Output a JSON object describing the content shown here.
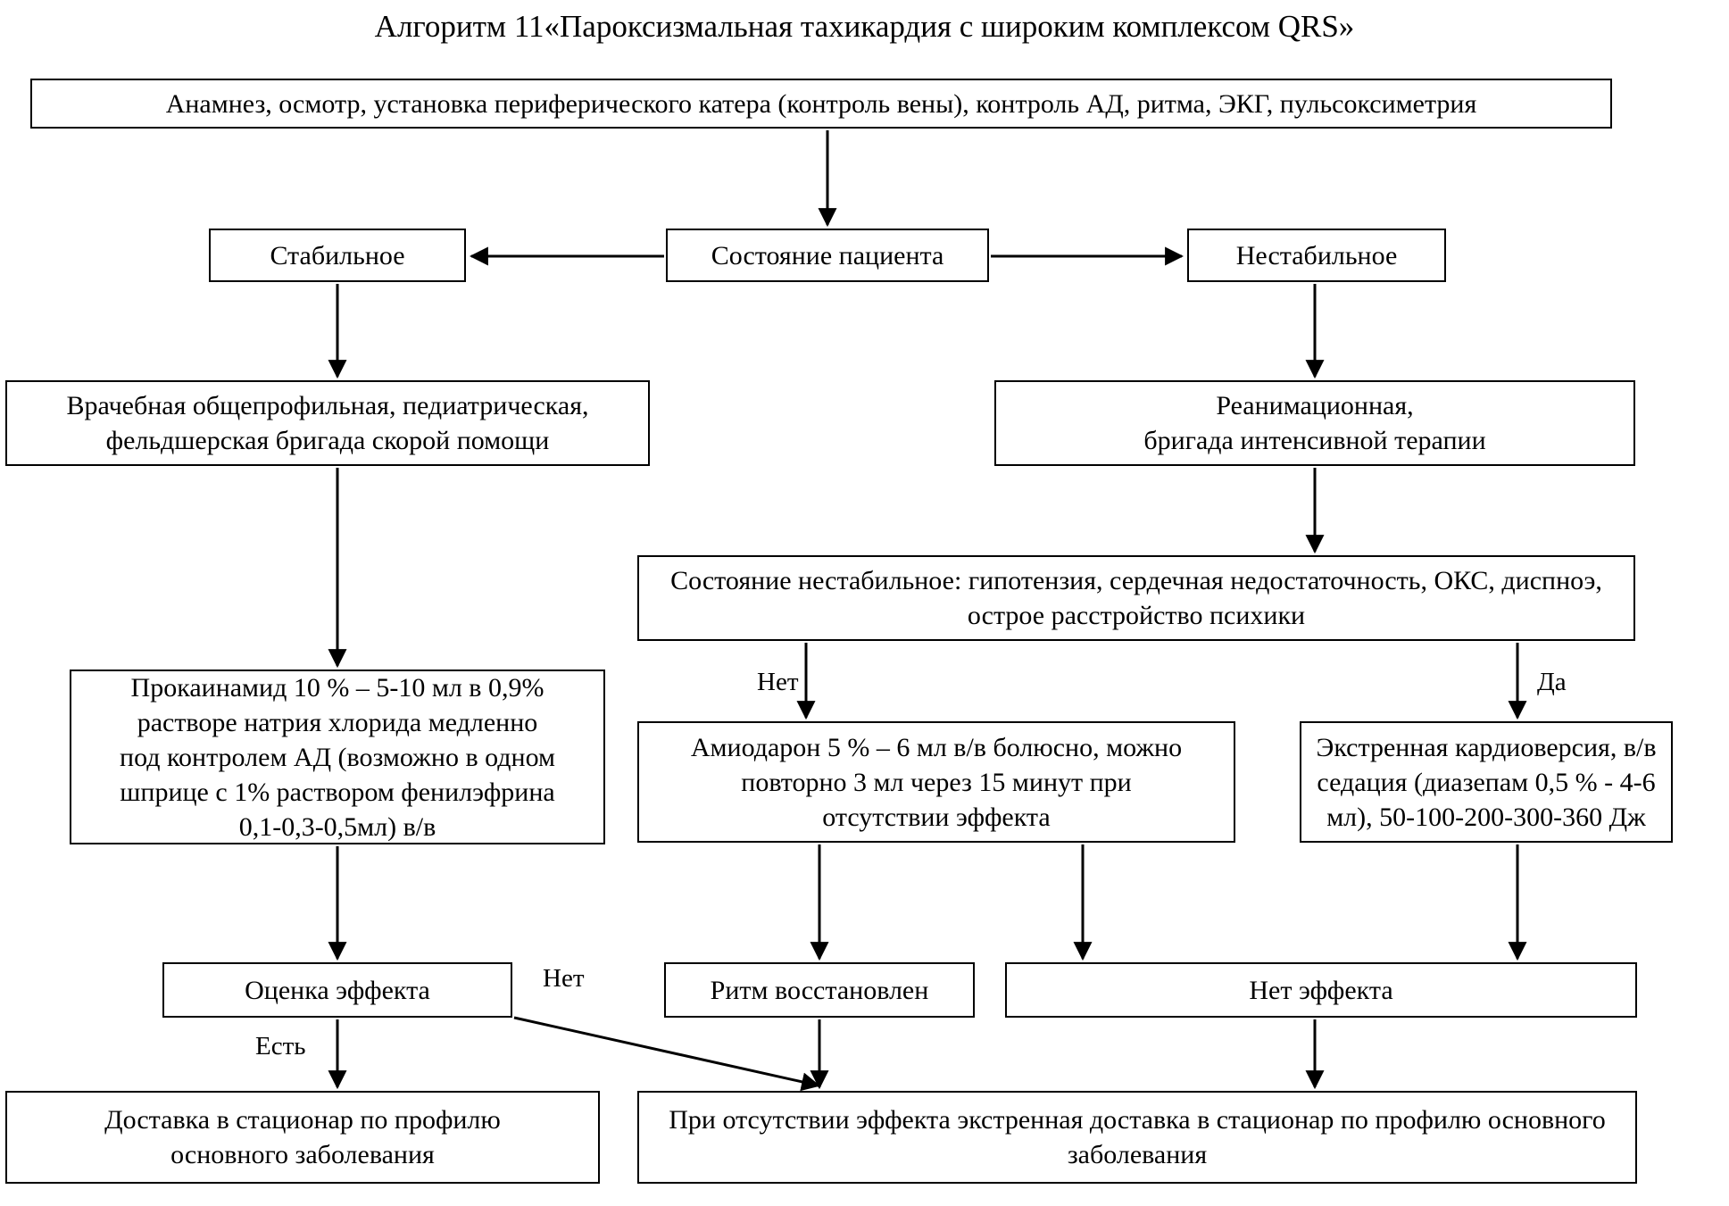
{
  "diagram": {
    "title": "Алгоритм 11«Пароксизмальная тахикардия с широким комплексом QRS»",
    "type": "flowchart",
    "nodes": {
      "assessment": "Анамнез, осмотр, установка периферического катера (контроль вены),  контроль АД, ритма, ЭКГ, пульсоксиметрия",
      "patient_state": "Состояние пациента",
      "stable": "Стабильное",
      "unstable": "Нестабильное",
      "brigade_general": "Врачебная общепрофильная, педиатрическая,\nфельдшерская бригада скорой помощи",
      "brigade_icu": "Реанимационная,\nбригада интенсивной терапии",
      "unstable_signs": "Состояние нестабильное: гипотензия, сердечная недостаточность, ОКС, диспноэ,\nострое расстройство психики",
      "procainamide": "Прокаинамид 10 % – 5-10 мл в 0,9%\nрастворе натрия хлорида медленно\nпод контролем АД (возможно в одном\nшприце с 1% раствором фенилэфрина\n0,1-0,3-0,5мл) в/в",
      "amiodarone": "Амиодарон 5 % – 6 мл в/в болюсно, можно\nповторно 3 мл через 15 минут при\nотсутствии эффекта",
      "cardioversion": "Экстренная кардиоверсия, в/в\nседация (диазепам 0,5 % - 4-6\nмл), 50-100-200-300-360 Дж",
      "effect_eval": "Оценка эффекта",
      "rhythm_restored": "Ритм восстановлен",
      "no_effect": "Нет эффекта",
      "delivery_plain": "Доставка в стационар по профилю\nосновного заболевания",
      "delivery_urgent": "При отсутствии эффекта экстренная доставка в стационар по профилю основного\nзаболевания"
    },
    "edge_labels": {
      "net_unstable": "Нет",
      "da": "Да",
      "net_eval": "Нет",
      "est": "Есть"
    },
    "colors": {
      "stroke": "#000000",
      "fill": "#ffffff",
      "text": "#000000"
    }
  }
}
